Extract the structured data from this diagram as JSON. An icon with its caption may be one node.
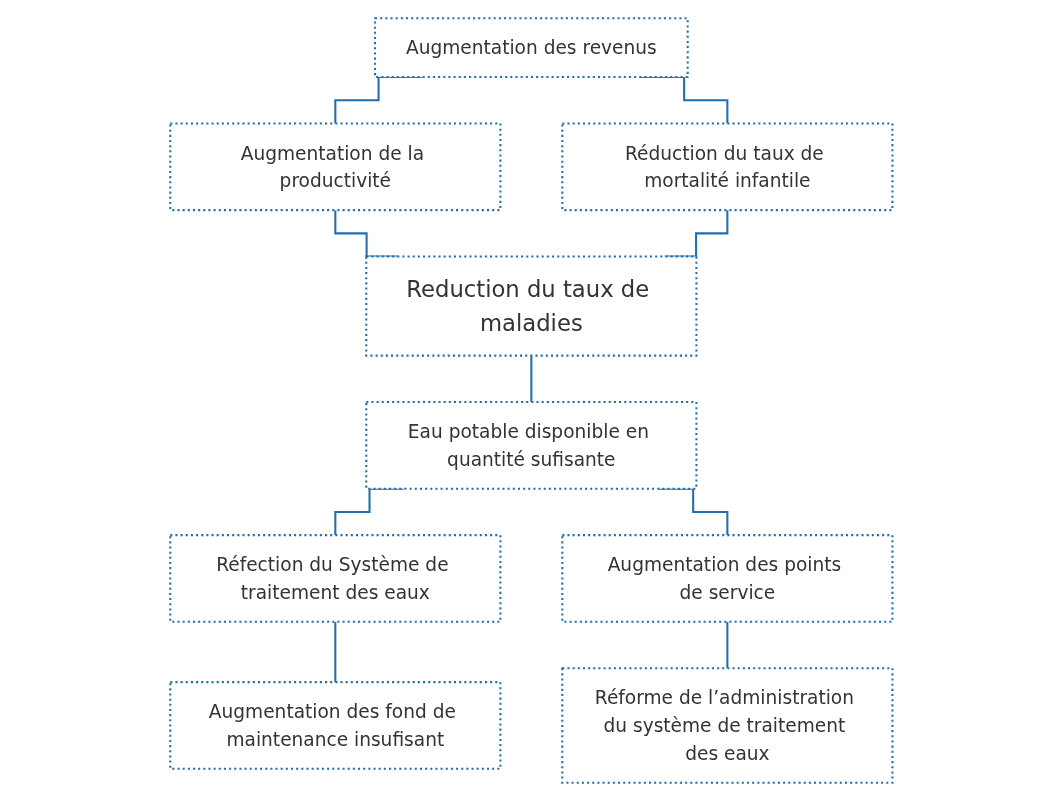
{
  "diagram": {
    "nodes": [
      {
        "text": [
          "Augmentation des revenus"
        ]
      },
      {
        "text": [
          "Augmentation de la productivité"
        ]
      },
      {
        "text": [
          "Réduction du taux de mortalité infantile"
        ]
      },
      {
        "text": [
          "Reduction du taux de maladies"
        ]
      },
      {
        "text": [
          "Eau potable disponible en quantité sufisante"
        ]
      },
      {
        "text": [
          "Réfection du Système de traitement des eaux"
        ]
      },
      {
        "text": [
          "Augmentation des points de service"
        ]
      },
      {
        "text": [
          "Augmentation des fond de maintenance insufisant"
        ]
      },
      {
        "text": [
          "Réforme de l’administration du système de traitement des eaux"
        ]
      }
    ],
    "edges": [
      {
        "from": 0,
        "to": 1,
        "arrow": "none"
      },
      {
        "from": 0,
        "to": 2,
        "arrow": "none"
      },
      {
        "from": 1,
        "to": 3,
        "arrow": "none"
      },
      {
        "from": 2,
        "to": 3,
        "arrow": "none"
      },
      {
        "from": 3,
        "to": 4,
        "arrow": "none"
      },
      {
        "from": 4,
        "to": 5,
        "arrow": "none"
      },
      {
        "from": 4,
        "to": 6,
        "arrow": "none"
      },
      {
        "from": 5,
        "to": 7,
        "arrow": "none"
      },
      {
        "from": 6,
        "to": 8,
        "arrow": "none"
      }
    ]
  }
}
